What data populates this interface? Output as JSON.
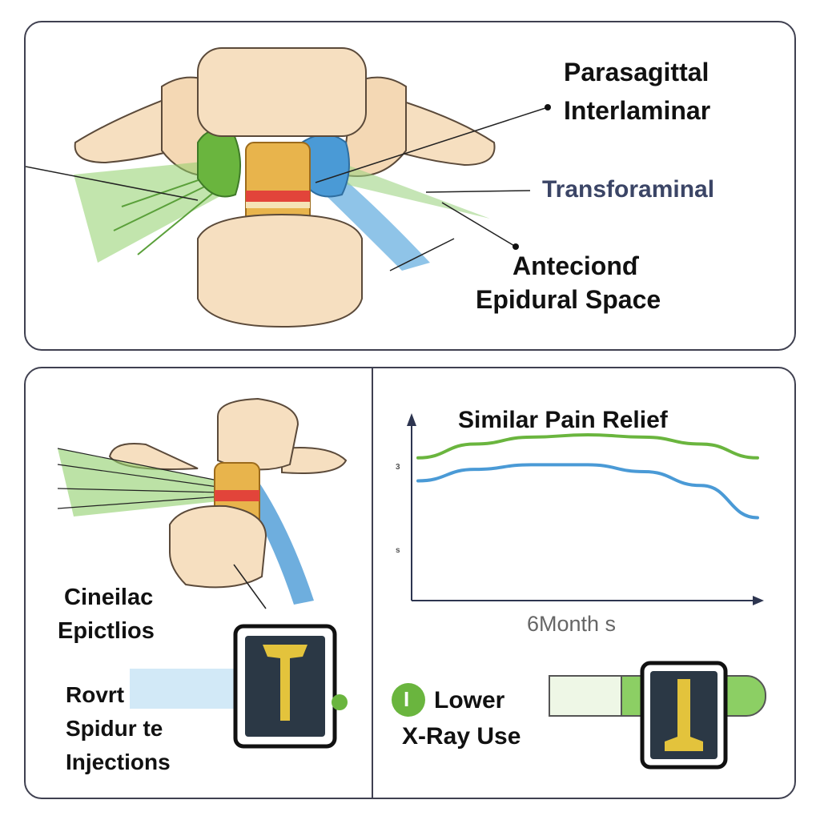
{
  "top_panel": {
    "label_parasagittal": "Parasagittal",
    "label_interlaminar": "Interlaminar",
    "label_transforaminal": "Transforaminal",
    "label_epidural_line1": "Antecionɗ",
    "label_epidural_line2": "Epidural Space"
  },
  "bottom_left": {
    "label_caudal_line1": "Cineilac",
    "label_caudal_line2": "Epictlios",
    "label_fewer_line1": "Rovrt",
    "label_fewer_line2": "Spidur te",
    "label_fewer_line3": "Injections"
  },
  "chart_panel": {
    "title": "Similar Pain Relief",
    "xlabel": "6Month s",
    "tick_upper": "3",
    "tick_lower": "s",
    "badge_symbol": "I",
    "xray_line1": "Lower",
    "xray_line2": "X-Ray Use"
  },
  "colors": {
    "green": "#6ab53e",
    "blue": "#4a9ad6",
    "bone": "#f6dfc0",
    "outline": "#3f4050",
    "transforaminal_text": "#3b4566"
  },
  "chart_data": {
    "type": "line",
    "title": "Similar Pain Relief",
    "xlabel": "6Month s",
    "ylabel": "",
    "x": [
      0,
      1,
      2,
      3,
      4,
      5,
      6
    ],
    "xlim": [
      0,
      6
    ],
    "ylim": [
      0,
      4
    ],
    "series": [
      {
        "values": [
          3.1,
          3.4,
          3.55,
          3.6,
          3.55,
          3.4,
          3.1
        ],
        "color": "#6ab53e"
      },
      {
        "values": [
          2.6,
          2.85,
          2.95,
          2.95,
          2.8,
          2.5,
          1.8
        ],
        "color": "#4a9ad6"
      }
    ]
  }
}
